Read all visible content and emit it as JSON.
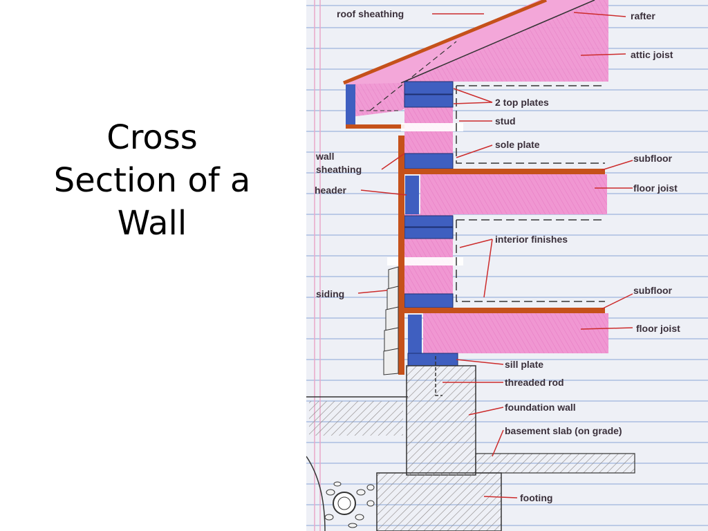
{
  "slide": {
    "title_lines": [
      "Cross",
      "Section of a",
      "Wall"
    ]
  },
  "diagram": {
    "labels": {
      "roof_sheathing": "roof sheathing",
      "rafter": "rafter",
      "attic_joist": "attic joist",
      "top_plates": "2 top plates",
      "stud": "stud",
      "sole_plate": "sole plate",
      "wall_sheathing_1": "wall",
      "wall_sheathing_2": "sheathing",
      "subfloor_upper": "subfloor",
      "header": "header",
      "floor_joist_upper": "floor joist",
      "interior_finishes": "interior finishes",
      "siding": "siding",
      "subfloor_lower": "subfloor",
      "floor_joist_lower": "floor joist",
      "sill_plate": "sill plate",
      "threaded_rod": "threaded rod",
      "foundation_wall": "foundation wall",
      "basement_slab": "basement slab (on grade)",
      "footing": "footing"
    },
    "colors": {
      "paper": "#eef0f6",
      "rule_line": "#9db4dc",
      "margin_line": "#e9a8c8",
      "insulation": "#ef8fcf",
      "framing_wood": "#c5511a",
      "blocking_blue": "#3f5fc0",
      "leader": "#cc2b2b",
      "concrete": "#c9c5c2"
    }
  }
}
